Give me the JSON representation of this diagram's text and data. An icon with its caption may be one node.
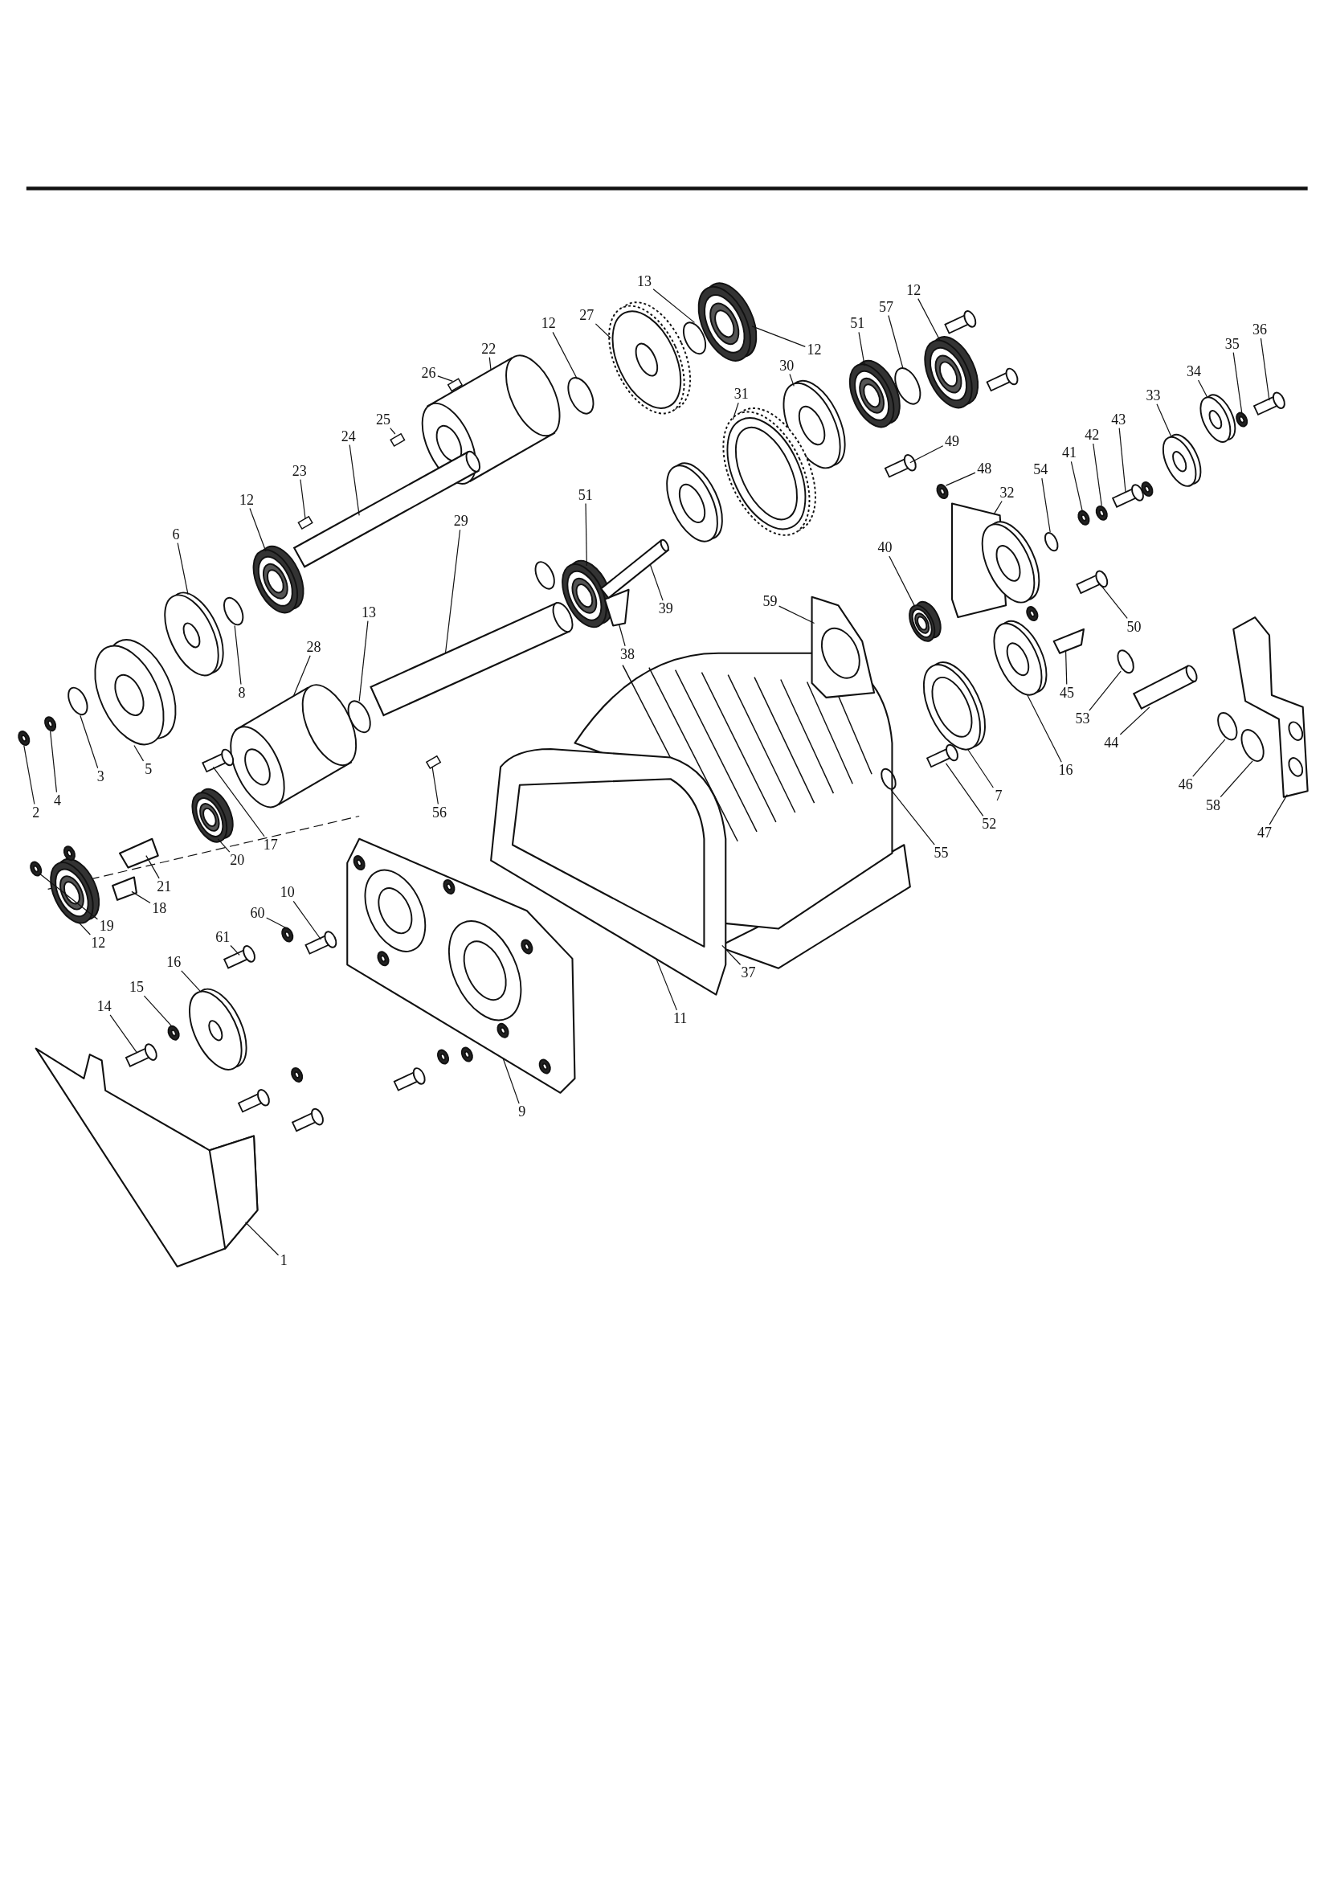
{
  "diagram": {
    "nodes": [
      {
        "text": [
          "13"
        ]
      },
      {
        "text": [
          "27"
        ]
      },
      {
        "text": [
          "12"
        ]
      },
      {
        "text": [
          "12"
        ]
      },
      {
        "text": [
          "12"
        ]
      },
      {
        "text": [
          "57"
        ]
      },
      {
        "text": [
          "51"
        ]
      },
      {
        "text": [
          "30"
        ]
      },
      {
        "text": [
          "31"
        ]
      },
      {
        "text": [
          "22"
        ]
      },
      {
        "text": [
          "26"
        ]
      },
      {
        "text": [
          "25"
        ]
      },
      {
        "text": [
          "24"
        ]
      },
      {
        "text": [
          "23"
        ]
      },
      {
        "text": [
          "12"
        ]
      },
      {
        "text": [
          "6"
        ]
      },
      {
        "text": [
          "49"
        ]
      },
      {
        "text": [
          "48"
        ]
      },
      {
        "text": [
          "51"
        ]
      },
      {
        "text": [
          "29"
        ]
      },
      {
        "text": [
          "13"
        ]
      },
      {
        "text": [
          "28"
        ]
      },
      {
        "text": [
          "38"
        ]
      },
      {
        "text": [
          "39"
        ]
      },
      {
        "text": [
          "59"
        ]
      },
      {
        "text": [
          "40"
        ]
      },
      {
        "text": [
          "32"
        ]
      },
      {
        "text": [
          "54"
        ]
      },
      {
        "text": [
          "41"
        ]
      },
      {
        "text": [
          "42"
        ]
      },
      {
        "text": [
          "43"
        ]
      },
      {
        "text": [
          "33"
        ]
      },
      {
        "text": [
          "34"
        ]
      },
      {
        "text": [
          "35"
        ]
      },
      {
        "text": [
          "36"
        ]
      },
      {
        "text": [
          "50"
        ]
      },
      {
        "text": [
          "45"
        ]
      },
      {
        "text": [
          "53"
        ]
      },
      {
        "text": [
          "44"
        ]
      },
      {
        "text": [
          "16"
        ]
      },
      {
        "text": [
          "7"
        ]
      },
      {
        "text": [
          "52"
        ]
      },
      {
        "text": [
          "46"
        ]
      },
      {
        "text": [
          "58"
        ]
      },
      {
        "text": [
          "47"
        ]
      },
      {
        "text": [
          "55"
        ]
      },
      {
        "text": [
          "37"
        ]
      },
      {
        "text": [
          "11"
        ]
      },
      {
        "text": [
          "56"
        ]
      },
      {
        "text": [
          "9"
        ]
      },
      {
        "text": [
          "2"
        ]
      },
      {
        "text": [
          "4"
        ]
      },
      {
        "text": [
          "3"
        ]
      },
      {
        "text": [
          "5"
        ]
      },
      {
        "text": [
          "8"
        ]
      },
      {
        "text": [
          "17"
        ]
      },
      {
        "text": [
          "20"
        ]
      },
      {
        "text": [
          "21"
        ]
      },
      {
        "text": [
          "18"
        ]
      },
      {
        "text": [
          "19"
        ]
      },
      {
        "text": [
          "12"
        ]
      },
      {
        "text": [
          "10"
        ]
      },
      {
        "text": [
          "60"
        ]
      },
      {
        "text": [
          "61"
        ]
      },
      {
        "text": [
          "16"
        ]
      },
      {
        "text": [
          "15"
        ]
      },
      {
        "text": [
          "14"
        ]
      },
      {
        "text": [
          "1"
        ]
      },
      {
        "text": [],
        "shape": "circle"
      },
      {
        "text": [],
        "shape": "picture"
      },
      {
        "text": [],
        "shape": "circle"
      },
      {
        "text": [],
        "shape": "picture"
      },
      {
        "text": [],
        "shape": "picture"
      },
      {
        "text": [],
        "shape": "circle"
      },
      {
        "text": [],
        "shape": "picture"
      },
      {
        "text": [],
        "shape": "picture"
      },
      {
        "text": [],
        "shape": "picture"
      },
      {
        "text": [],
        "shape": "picture"
      },
      {
        "text": [],
        "shape": "box"
      },
      {
        "text": [],
        "shape": "box"
      },
      {
        "text": [],
        "shape": "picture"
      },
      {
        "text": [],
        "shape": "box"
      },
      {
        "text": [],
        "shape": "picture"
      },
      {
        "text": [],
        "shape": "picture"
      },
      {
        "text": [],
        "shape": "box"
      },
      {
        "text": [],
        "shape": "circle"
      },
      {
        "text": [],
        "shape": "picture"
      },
      {
        "text": [],
        "shape": "picture"
      },
      {
        "text": [],
        "shape": "circle"
      },
      {
        "text": [],
        "shape": "picture"
      },
      {
        "text": [],
        "shape": "picture"
      },
      {
        "text": [],
        "shape": "picture"
      },
      {
        "text": [],
        "shape": "picture"
      },
      {
        "text": [],
        "shape": "picture"
      },
      {
        "text": [],
        "shape": "picture"
      },
      {
        "text": [],
        "shape": "circle"
      },
      {
        "text": [],
        "shape": "circle"
      },
      {
        "text": [],
        "shape": "circle"
      },
      {
        "text": [],
        "shape": "box"
      },
      {
        "text": [],
        "shape": "picture"
      },
      {
        "text": [],
        "shape": "picture"
      },
      {
        "text": [],
        "shape": "circle"
      },
      {
        "text": [],
        "shape": "box"
      },
      {
        "text": [],
        "shape": "box"
      },
      {
        "text": [],
        "shape": "picture"
      },
      {
        "text": [],
        "shape": "circle"
      },
      {
        "text": [],
        "shape": "picture"
      },
      {
        "text": [],
        "shape": "picture"
      },
      {
        "text": [],
        "shape": "picture"
      },
      {
        "text": [],
        "shape": "box"
      },
      {
        "text": [],
        "shape": "circle"
      },
      {
        "text": [],
        "shape": "circle"
      },
      {
        "text": [],
        "shape": "picture"
      },
      {
        "text": [],
        "shape": "circle"
      },
      {
        "text": [],
        "shape": "picture"
      },
      {
        "text": [],
        "shape": "picture"
      },
      {
        "text": [],
        "shape": "box"
      },
      {
        "text": [],
        "shape": "picture"
      },
      {
        "text": [],
        "shape": "circle"
      },
      {
        "text": [],
        "shape": "circle"
      },
      {
        "text": [],
        "shape": "circle"
      },
      {
        "text": [],
        "shape": "picture"
      },
      {
        "text": [],
        "shape": "circle"
      },
      {
        "text": [],
        "shape": "box"
      },
      {
        "text": [],
        "shape": "picture"
      },
      {
        "text": [],
        "shape": "picture"
      },
      {
        "text": [],
        "shape": "picture"
      },
      {
        "text": [],
        "shape": "circle"
      },
      {
        "text": [],
        "shape": "picture"
      },
      {
        "text": [],
        "shape": "box"
      },
      {
        "text": [],
        "shape": "circle"
      },
      {
        "text": [],
        "shape": "box"
      },
      {
        "text": [],
        "shape": "picture"
      },
      {
        "text": [],
        "shape": "circle"
      },
      {
        "text": [],
        "shape": "box"
      },
      {
        "text": [],
        "shape": "picture"
      },
      {
        "text": [],
        "shape": "picture"
      },
      {
        "text": [],
        "shape": "circle"
      },
      {
        "text": [],
        "shape": "box"
      },
      {
        "text": [],
        "shape": "box"
      },
      {
        "text": [],
        "shape": "box"
      },
      {
        "text": [],
        "shape": "box"
      },
      {
        "text": [],
        "shape": "box"
      },
      {
        "text": [],
        "shape": "circle"
      },
      {
        "text": [],
        "shape": "circle"
      },
      {
        "text": [],
        "shape": "circle"
      },
      {
        "text": [],
        "shape": "circle"
      },
      {
        "text": [],
        "shape": "circle"
      }
    ],
    "edges": [
      {
        "from": 0,
        "to": 68,
        "arrow": "none"
      },
      {
        "from": 1,
        "to": 69,
        "arrow": "none"
      },
      {
        "from": 2,
        "to": 70,
        "arrow": "none"
      },
      {
        "from": 3,
        "to": 71,
        "arrow": "none"
      },
      {
        "from": 4,
        "to": 72,
        "arrow": "none"
      },
      {
        "from": 5,
        "to": 73,
        "arrow": "none"
      },
      {
        "from": 6,
        "to": 74,
        "arrow": "none"
      },
      {
        "from": 7,
        "to": 75,
        "arrow": "none"
      },
      {
        "from": 8,
        "to": 76,
        "arrow": "none"
      },
      {
        "from": 9,
        "to": 77,
        "arrow": "none"
      },
      {
        "from": 10,
        "to": 78,
        "arrow": "none"
      },
      {
        "from": 11,
        "to": 79,
        "arrow": "none"
      },
      {
        "from": 12,
        "to": 80,
        "arrow": "none"
      },
      {
        "from": 13,
        "to": 81,
        "arrow": "none"
      },
      {
        "from": 14,
        "to": 82,
        "arrow": "none"
      },
      {
        "from": 15,
        "to": 83,
        "arrow": "none"
      },
      {
        "from": 16,
        "to": 84,
        "arrow": "none"
      },
      {
        "from": 17,
        "to": 85,
        "arrow": "none"
      },
      {
        "from": 18,
        "to": 86,
        "arrow": "none"
      },
      {
        "from": 19,
        "to": 87,
        "arrow": "none"
      },
      {
        "from": 20,
        "to": 88,
        "arrow": "none"
      },
      {
        "from": 21,
        "to": 89,
        "arrow": "none"
      },
      {
        "from": 22,
        "to": 90,
        "arrow": "none"
      },
      {
        "from": 23,
        "to": 91,
        "arrow": "none"
      },
      {
        "from": 24,
        "to": 92,
        "arrow": "none"
      },
      {
        "from": 25,
        "to": 93,
        "arrow": "none"
      },
      {
        "from": 26,
        "to": 94,
        "arrow": "none"
      },
      {
        "from": 27,
        "to": 95,
        "arrow": "none"
      },
      {
        "from": 28,
        "to": 96,
        "arrow": "none"
      },
      {
        "from": 29,
        "to": 97,
        "arrow": "none"
      },
      {
        "from": 30,
        "to": 98,
        "arrow": "none"
      },
      {
        "from": 31,
        "to": 99,
        "arrow": "none"
      },
      {
        "from": 32,
        "to": 100,
        "arrow": "none"
      },
      {
        "from": 33,
        "to": 101,
        "arrow": "none"
      },
      {
        "from": 34,
        "to": 102,
        "arrow": "none"
      },
      {
        "from": 35,
        "to": 103,
        "arrow": "none"
      },
      {
        "from": 36,
        "to": 104,
        "arrow": "none"
      },
      {
        "from": 37,
        "to": 105,
        "arrow": "none"
      },
      {
        "from": 38,
        "to": 106,
        "arrow": "none"
      },
      {
        "from": 39,
        "to": 107,
        "arrow": "none"
      },
      {
        "from": 40,
        "to": 108,
        "arrow": "none"
      },
      {
        "from": 41,
        "to": 109,
        "arrow": "none"
      },
      {
        "from": 42,
        "to": 110,
        "arrow": "none"
      },
      {
        "from": 43,
        "to": 111,
        "arrow": "none"
      },
      {
        "from": 44,
        "to": 112,
        "arrow": "none"
      },
      {
        "from": 45,
        "to": 113,
        "arrow": "none"
      },
      {
        "from": 46,
        "to": 114,
        "arrow": "none"
      },
      {
        "from": 47,
        "to": 115,
        "arrow": "none"
      },
      {
        "from": 48,
        "to": 116,
        "arrow": "none"
      },
      {
        "from": 49,
        "to": 117,
        "arrow": "none"
      },
      {
        "from": 50,
        "to": 118,
        "arrow": "none"
      },
      {
        "from": 51,
        "to": 119,
        "arrow": "none"
      },
      {
        "from": 52,
        "to": 120,
        "arrow": "none"
      },
      {
        "from": 53,
        "to": 121,
        "arrow": "none"
      },
      {
        "from": 54,
        "to": 122,
        "arrow": "none"
      },
      {
        "from": 55,
        "to": 123,
        "arrow": "none"
      },
      {
        "from": 56,
        "to": 124,
        "arrow": "none"
      },
      {
        "from": 57,
        "to": 125,
        "arrow": "none"
      },
      {
        "from": 58,
        "to": 126,
        "arrow": "none"
      },
      {
        "from": 59,
        "to": 127,
        "arrow": "none"
      },
      {
        "from": 60,
        "to": 128,
        "arrow": "none"
      },
      {
        "from": 61,
        "to": 129,
        "arrow": "none"
      },
      {
        "from": 62,
        "to": 130,
        "arrow": "none"
      },
      {
        "from": 63,
        "to": 131,
        "arrow": "none"
      },
      {
        "from": 64,
        "to": 132,
        "arrow": "none"
      },
      {
        "from": 65,
        "to": 133,
        "arrow": "none"
      },
      {
        "from": 66,
        "to": 134,
        "arrow": "none"
      },
      {
        "from": 67,
        "to": 135,
        "arrow": "none"
      }
    ]
  }
}
